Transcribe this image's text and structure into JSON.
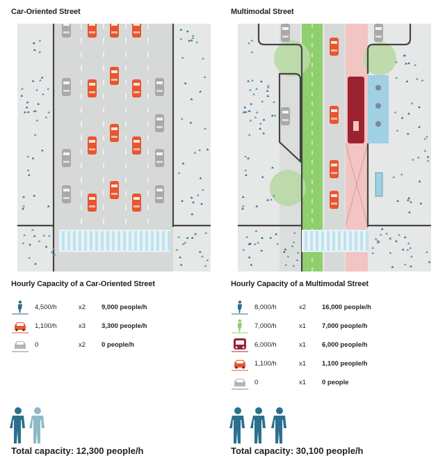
{
  "left": {
    "title": "Car-Oriented Street",
    "capacity_title": "Hourly Capacity of a Car-Oriented Street",
    "rows": [
      {
        "icon": "pedestrian-icon",
        "rate": "4,500/h",
        "mult": "x2",
        "total": "9,000 people/h"
      },
      {
        "icon": "car-icon",
        "rate": "1,100/h",
        "mult": "x3",
        "total": "3,300 people/h"
      },
      {
        "icon": "parked-car-icon",
        "rate": "0",
        "mult": "x2",
        "total": "0 people/h"
      }
    ],
    "total_text": "Total capacity: 12,300 people/h"
  },
  "right": {
    "title": "Multimodal Street",
    "capacity_title": "Hourly Capacity of a Multimodal Street",
    "rows": [
      {
        "icon": "pedestrian-icon",
        "rate": "8,000/h",
        "mult": "x2",
        "total": "16,000 people/h"
      },
      {
        "icon": "cyclist-icon",
        "rate": "7,000/h",
        "mult": "x1",
        "total": "7,000 people/h"
      },
      {
        "icon": "bus-icon",
        "rate": "6,000/h",
        "mult": "x1",
        "total": "6,000 people/h"
      },
      {
        "icon": "car-icon",
        "rate": "1,100/h",
        "mult": "x1",
        "total": "1,100 people/h"
      },
      {
        "icon": "parked-car-icon",
        "rate": "0",
        "mult": "x1",
        "total": "0 people"
      }
    ],
    "total_text": "Total capacity: 30,100 people/h"
  },
  "colors": {
    "car": "#e8562f",
    "parked": "#a9aaa8",
    "pedestrian": "#2c6f8f",
    "pedestrian_light": "#8fb8c8",
    "bike_lane": "#8fcf6e",
    "bus": "#9b2330",
    "bus_lane": "#f3c4c4",
    "transit_stop": "#9fd0e4",
    "sidewalk": "#e4e6e6",
    "road": "#d6d8d8",
    "tree": "#b8d9a4"
  }
}
